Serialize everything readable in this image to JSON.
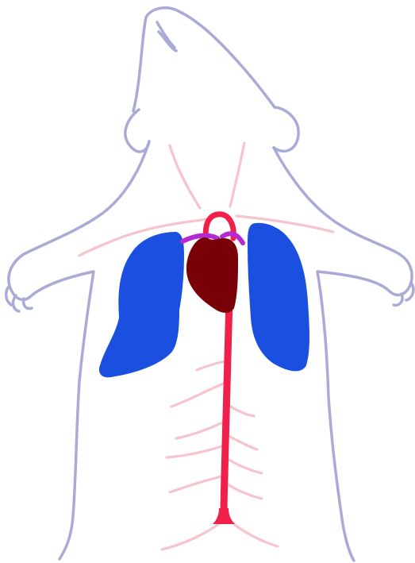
{
  "diagram": {
    "subject": "rodent-torso-cardiovascular",
    "colors": {
      "background": "#ffffff",
      "body_outline": "#a9abd6",
      "lungs": "#1a4fe0",
      "heart": "#7a0008",
      "aorta": "#f0204a",
      "pulmonary_artery": "#b42ad0",
      "minor_vessels": "#f7c3cc"
    },
    "parts": [
      {
        "id": "body-outline",
        "color_key": "body_outline"
      },
      {
        "id": "left-lung",
        "color_key": "lungs"
      },
      {
        "id": "right-lung",
        "color_key": "lungs"
      },
      {
        "id": "heart",
        "color_key": "heart"
      },
      {
        "id": "aorta",
        "color_key": "aorta"
      },
      {
        "id": "pulmonary-artery",
        "color_key": "pulmonary_artery"
      },
      {
        "id": "minor-vessels",
        "color_key": "minor_vessels"
      }
    ]
  }
}
